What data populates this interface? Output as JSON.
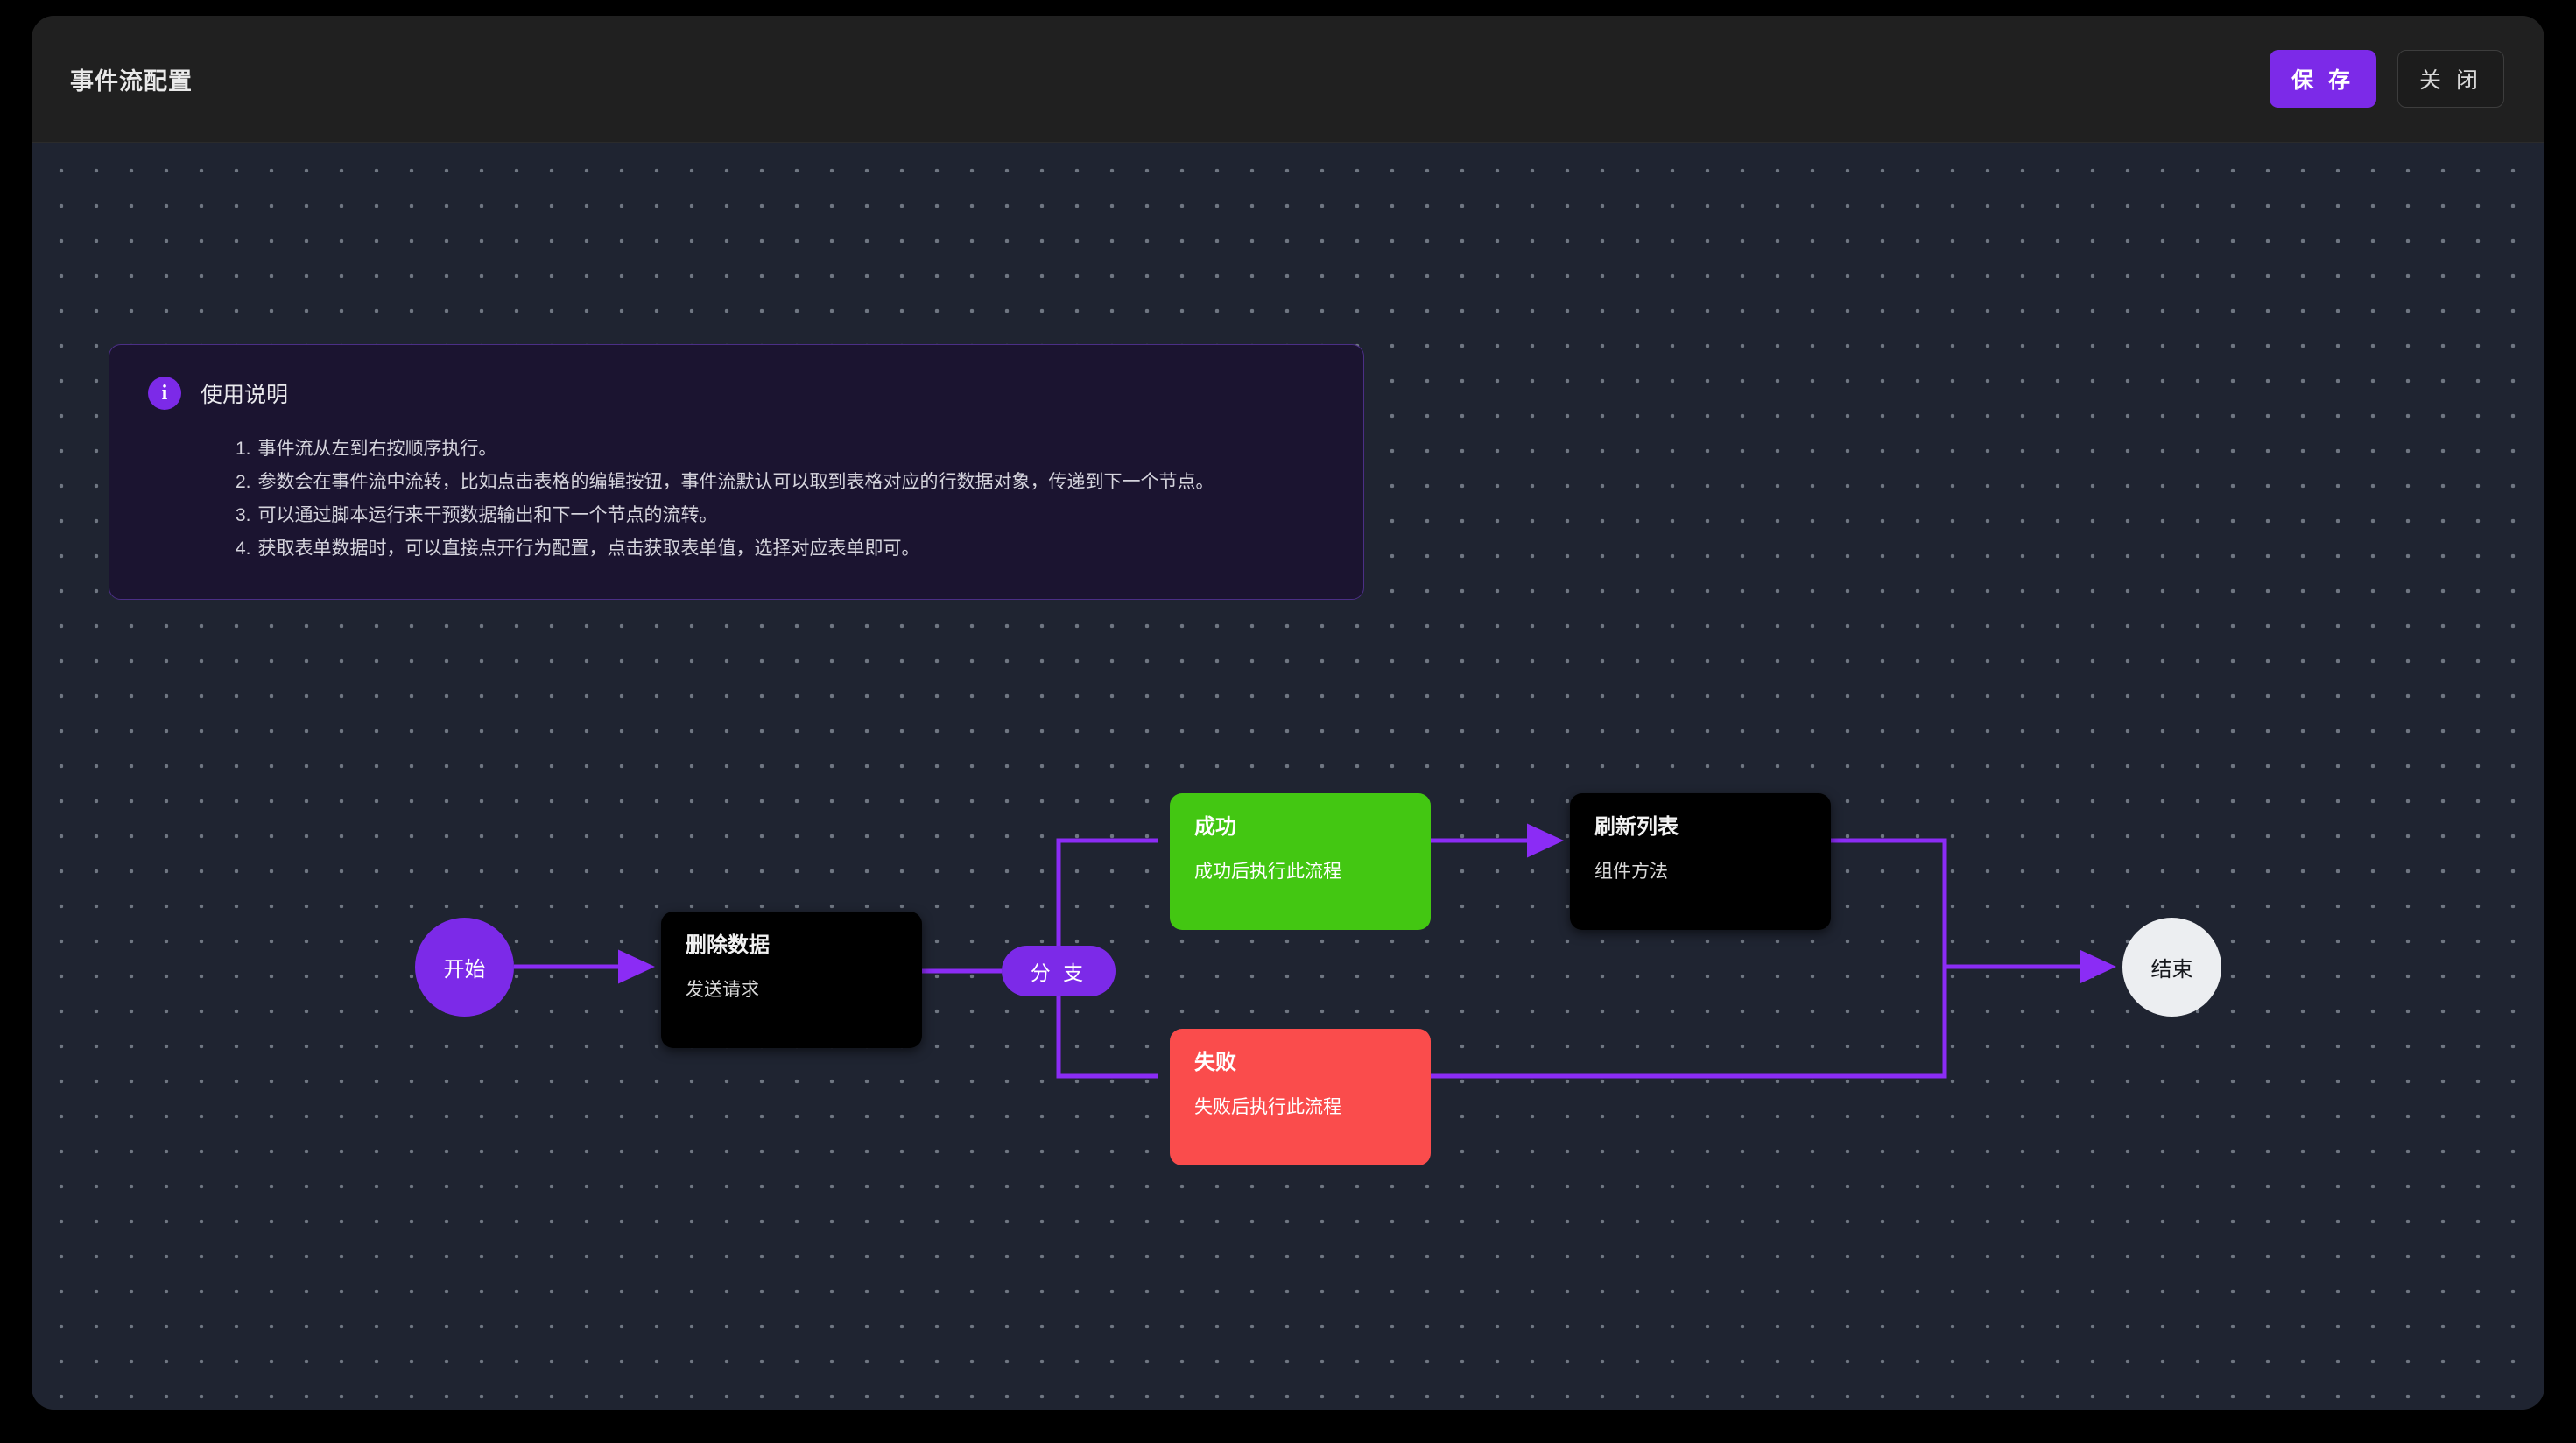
{
  "window": {
    "title": "事件流配置"
  },
  "header": {
    "title": "事件流配置",
    "save_label": "保 存",
    "close_label": "关 闭"
  },
  "info_panel": {
    "icon": "info-circle-icon",
    "icon_glyph": "i",
    "title": "使用说明",
    "items": [
      {
        "num": "1.",
        "text": "事件流从左到右按顺序执行。"
      },
      {
        "num": "2.",
        "text": "参数会在事件流中流转，比如点击表格的编辑按钮，事件流默认可以取到表格对应的行数据对象，传递到下一个节点。"
      },
      {
        "num": "3.",
        "text": "可以通过脚本运行来干预数据输出和下一个节点的流转。"
      },
      {
        "num": "4.",
        "text": "获取表单数据时，可以直接点开行为配置，点击获取表单值，选择对应表单即可。"
      }
    ]
  },
  "flow": {
    "nodes": {
      "start": {
        "label": "开始"
      },
      "delete": {
        "title": "删除数据",
        "subtitle": "发送请求"
      },
      "branch": {
        "label": "分 支"
      },
      "success": {
        "title": "成功",
        "subtitle": "成功后执行此流程"
      },
      "failure": {
        "title": "失败",
        "subtitle": "失败后执行此流程"
      },
      "refresh": {
        "title": "刷新列表",
        "subtitle": "组件方法"
      },
      "end": {
        "label": "结束"
      }
    }
  },
  "colors": {
    "page_background": "#000000",
    "header_background": "#202020",
    "canvas_background": "#1f2431",
    "canvas_dot": "#6f7682",
    "accent_purple": "#7c2ae8",
    "edge_purple": "#8b2cf5",
    "success_green": "#43c712",
    "failure_red": "#fa4c4c",
    "node_dark": "#000000",
    "end_node": "#eceef1",
    "info_panel_background": "#1b1430",
    "info_panel_border": "#4b2f86"
  }
}
